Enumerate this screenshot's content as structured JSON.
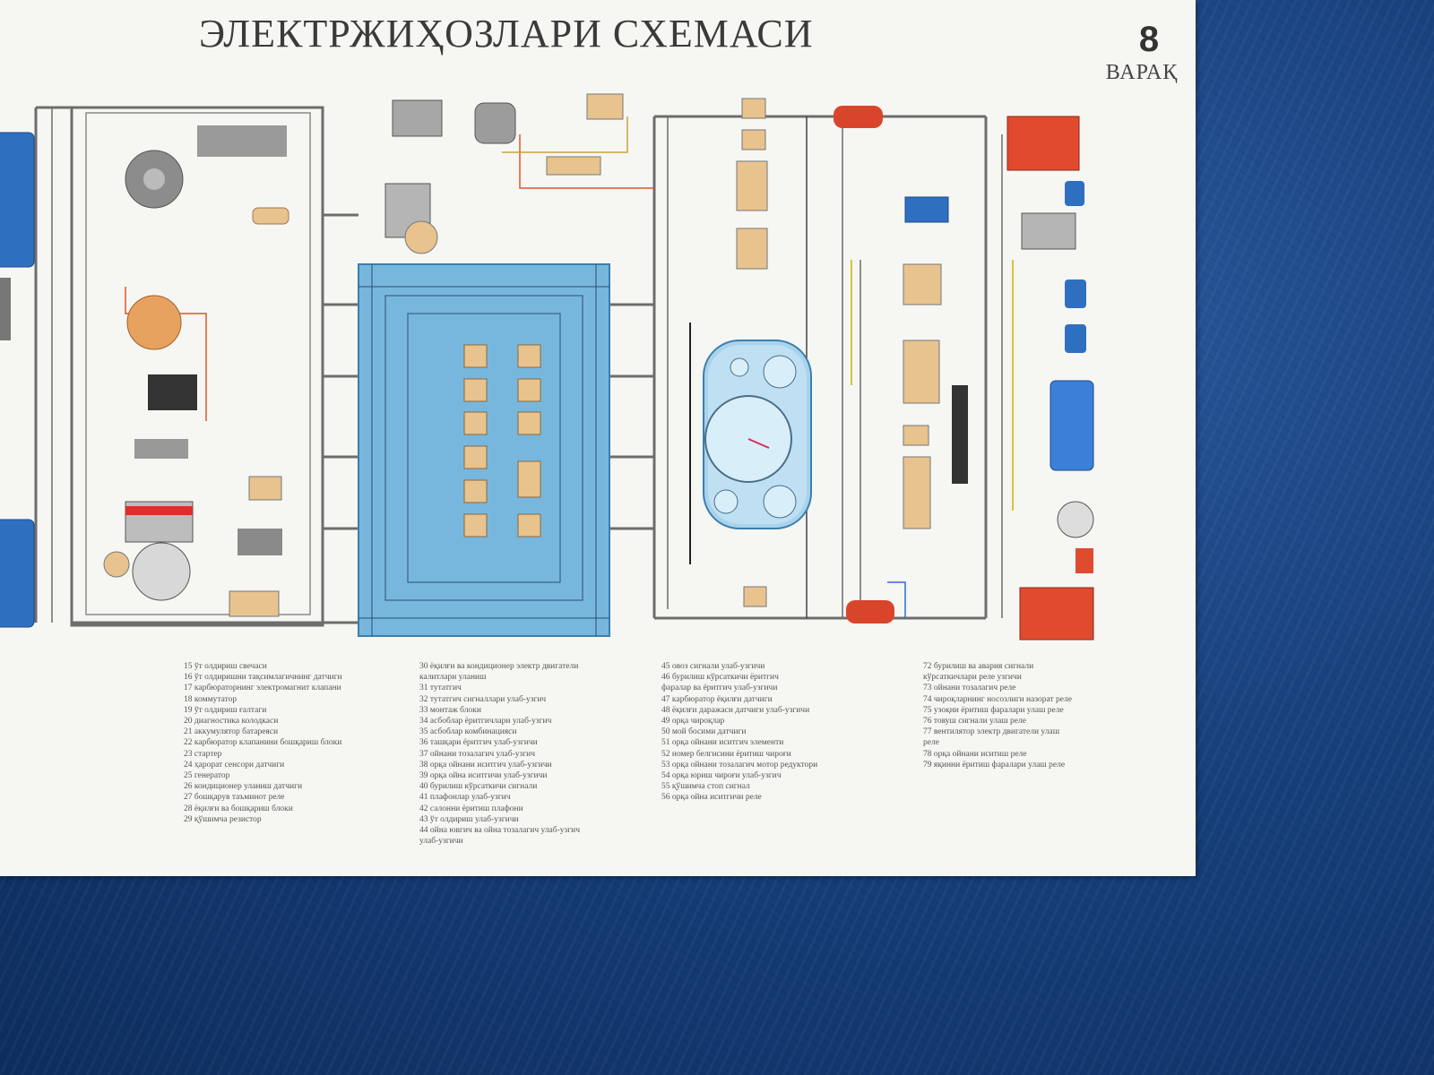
{
  "sheet": {
    "title": "ЭЛЕКТРЖИҲОЗЛАРИ СХЕМАСИ",
    "sheet_number": "8",
    "sheet_label": "ВАРАҚ"
  },
  "legend": {
    "col1": [
      "",
      "",
      "",
      "",
      "",
      "",
      "",
      "",
      "",
      "",
      "",
      "",
      "",
      "",
      ""
    ],
    "col2": [
      "15 ўт олдириш свечаси",
      "16 ўт олдиришни тақсимлагичнинг датчиги",
      "17 карбюраторнинг электромагнит клапани",
      "18 коммутатор",
      "19 ўт олдириш ғалтаги",
      "20 диагностика колодкаси",
      "21 аккумулятор батареяси",
      "22 карбюратор клапанини бошқариш блоки",
      "23 стартер",
      "24 ҳарорат сенсори датчиги",
      "25 генератор",
      "26 кондиционер уланиш датчиги",
      "27 бошқарув таъминот реле",
      "28 ёқилғи ва бошқариш блоки",
      "29 қўшимча резистор"
    ],
    "col3": [
      "30 ёқилғи ва кондиционер электр двигатели",
      "калитлари уланиш",
      "31 тутатгич",
      "32 тутатгич сигналлари улаб-узгич",
      "33 монтаж блоки",
      "34 асбоблар ёритгичлари улаб-узгич",
      "35 асбоблар комбинацияси",
      "36 ташқари ёритгич улаб-узгичи",
      "37 ойнани тозалагич улаб-узгич",
      "38 орқа ойнани иситгич улаб-узгичи",
      "39 орқа ойна иситгичи улаб-узгичи",
      "40 бурилиш кўрсаткичи сигнали",
      "41 плафонлар улаб-узгич",
      "42 салонни ёритиш плафони",
      "43 ўт олдириш улаб-узгичи",
      "44 ойна ювгич ва ойна тозалагич улаб-узгич",
      "улаб-узгичи"
    ],
    "col4": [
      "45 овоз сигнали улаб-узгичи",
      "46 бурилиш кўрсаткичи ёритгич",
      "фаралар ва ёритгич улаб-узгичи",
      "47 карбюратор ёқилғи датчиги",
      "48 ёқилғи даражаси датчиги улаб-узгичи",
      "49 орқа чироқлар",
      "50 мой босими датчиги",
      "51 орқа ойнани иситгич элементи",
      "52 номер белгисини ёритиш чироғи",
      "53 орқа ойнани тозалагич мотор редуктори",
      "54 орқа юриш чироғи улаб-узгич",
      "55 қўшимча стоп сигнал",
      "56 орқа ойна иситгичи реле"
    ],
    "col5": [
      "72 бурилиш ва авария сигнали",
      "кўрсаткичлари реле узгичи",
      "73 ойнани тозалагич реле",
      "74 чироқларнинг носозлиги назорат реле",
      "75 узоқни ёритиш фаралари улаш реле",
      "76 товуш сигнали улаш реле",
      "77 вентилятор электр двигатели улаш",
      "реле",
      "78 орқа ойнани иситиш реле",
      "79 яқинни ёритиш фаралари улаш реле"
    ]
  }
}
